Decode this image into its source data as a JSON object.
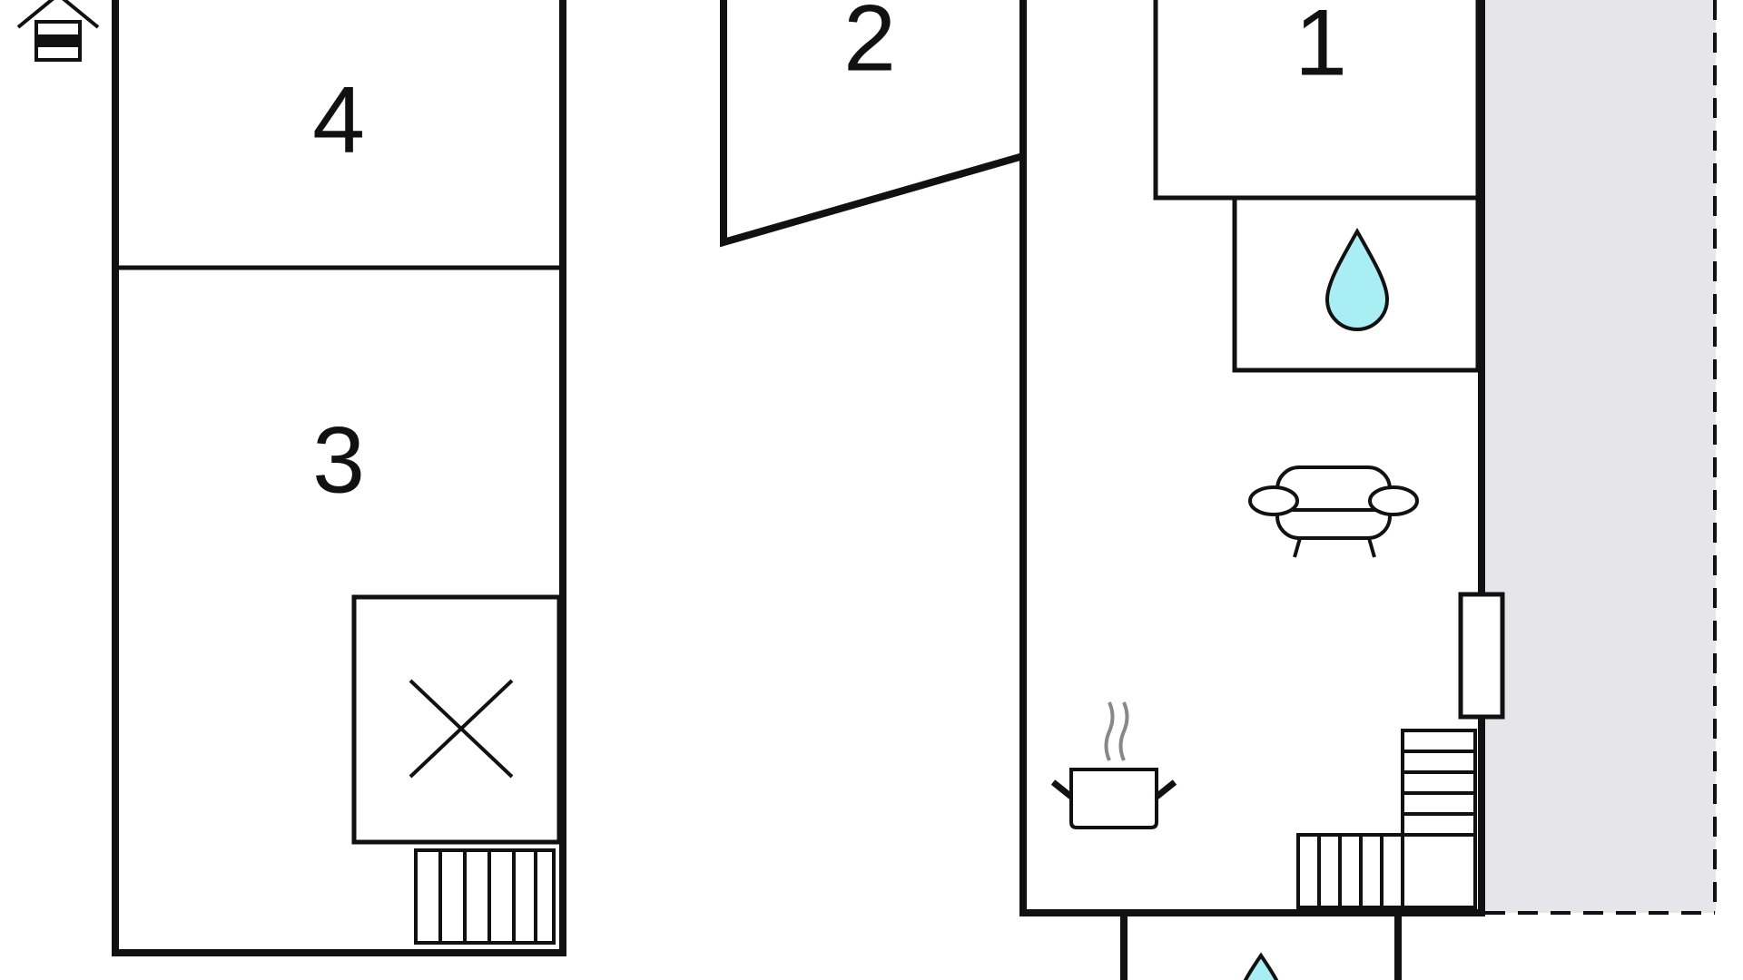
{
  "floor_plan": {
    "rooms": [
      {
        "id": "room-1",
        "label": "1"
      },
      {
        "id": "room-2",
        "label": "2"
      },
      {
        "id": "room-3",
        "label": "3"
      },
      {
        "id": "room-4",
        "label": "4"
      }
    ],
    "icons": [
      "house-icon",
      "water-drop-icon",
      "sofa-icon",
      "cooking-pot-icon",
      "cross-mark-icon",
      "staircase-icon"
    ],
    "colors": {
      "wall": "#111111",
      "water": "#a8eef2",
      "terrace": "#e6e6ea",
      "steam": "#888888"
    }
  }
}
